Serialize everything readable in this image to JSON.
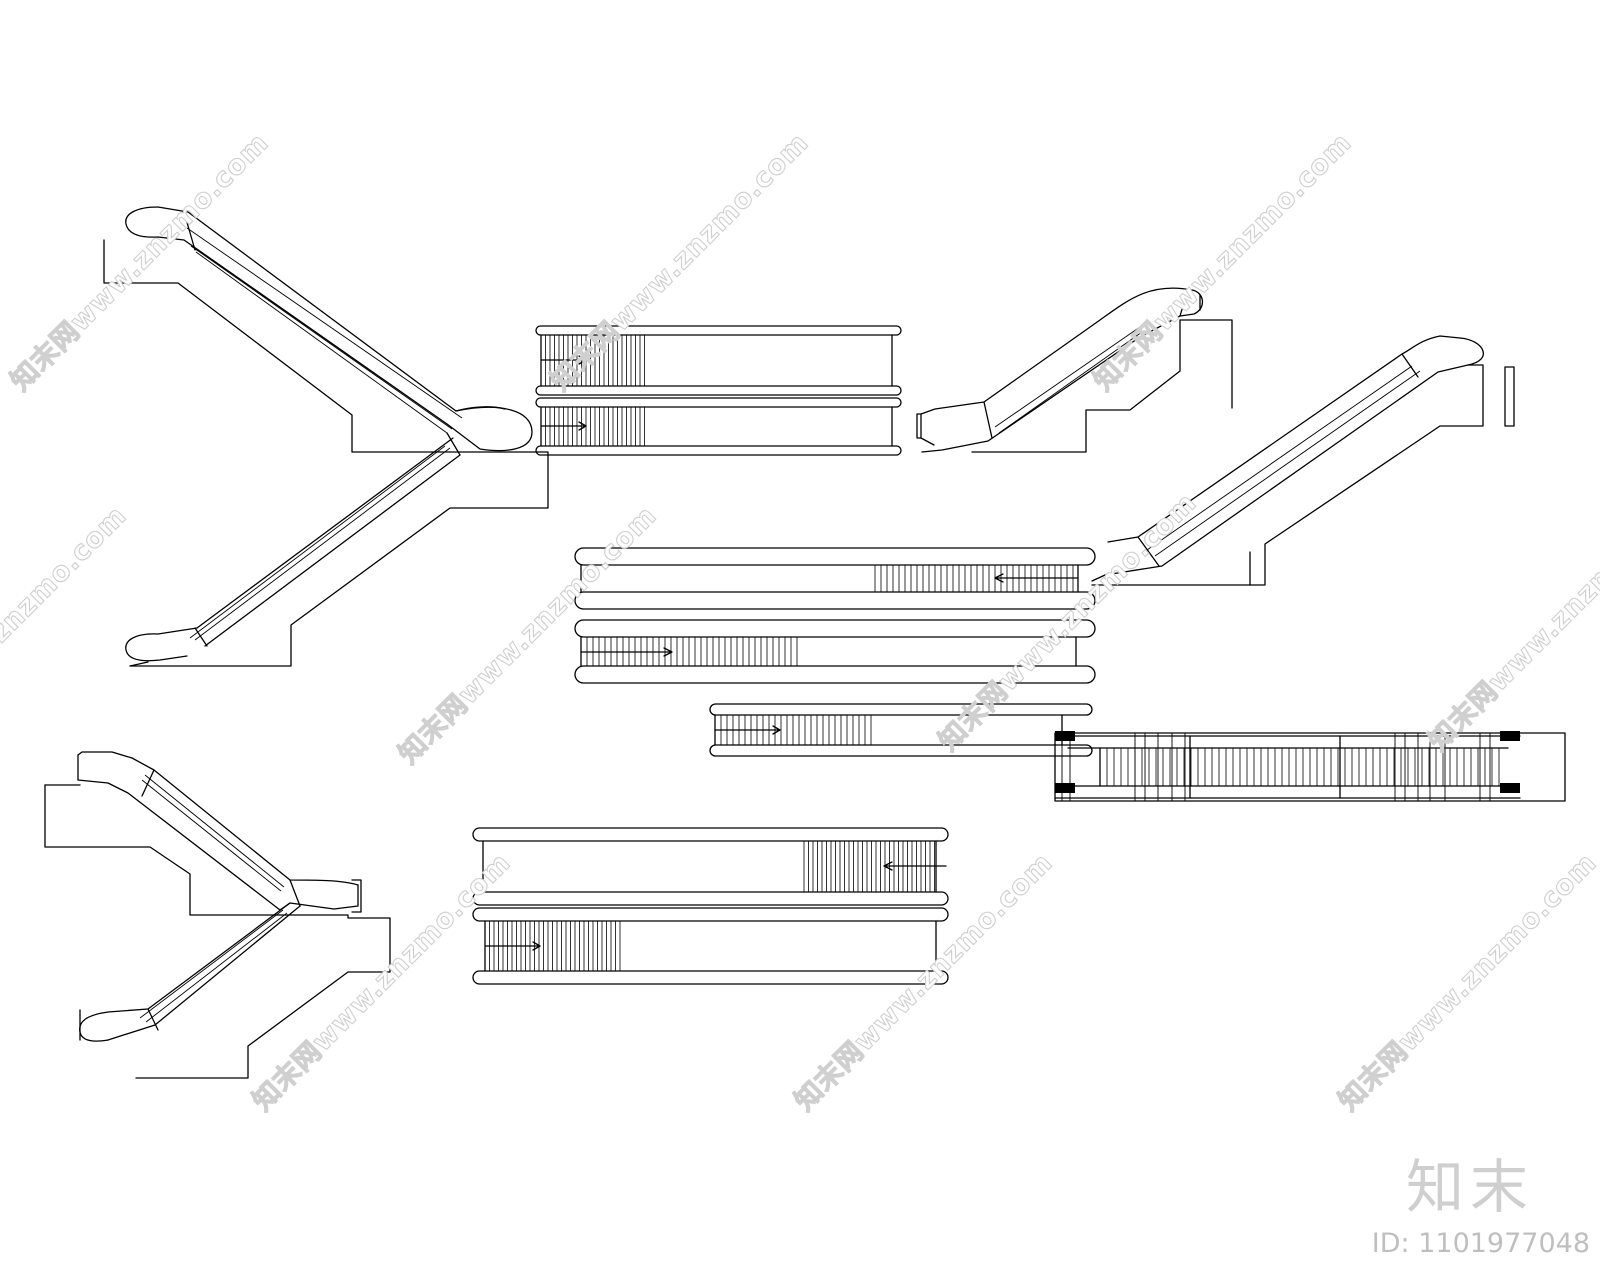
{
  "watermark": {
    "text": "知末网www.znzmo.com"
  },
  "brand": {
    "logo_text": "知末",
    "id_text": "ID: 1101977048"
  }
}
